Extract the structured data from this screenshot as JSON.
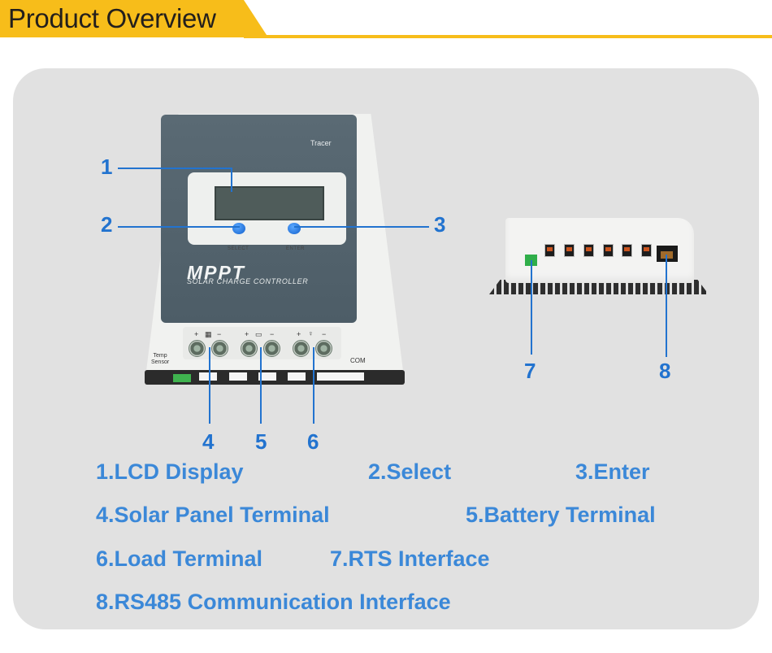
{
  "header": {
    "title": "Product Overview",
    "color": "#f7bd1a"
  },
  "device_front": {
    "brand": "Tracer",
    "button_left_label": "SELECT",
    "button_right_label": "ENTER",
    "model": "MPPT",
    "subtitle": "SOLAR CHARGE CONTROLLER",
    "temp_sensor_label": "Temp\nSensor",
    "com_label": "COM",
    "terminal_signs": [
      "+",
      "−"
    ]
  },
  "callout_numbers": [
    "1",
    "2",
    "3",
    "4",
    "5",
    "6",
    "7",
    "8"
  ],
  "captions": [
    "1.LCD Display",
    "2.Select",
    "3.Enter",
    "4.Solar Panel Terminal",
    "5.Battery Terminal",
    "6.Load Terminal",
    "7.RTS Interface",
    "8.RS485 Communication Interface"
  ],
  "colors": {
    "accent_blue": "#2273cf",
    "caption_blue": "#3b88d8",
    "panel_gray": "#e1e1e1"
  }
}
